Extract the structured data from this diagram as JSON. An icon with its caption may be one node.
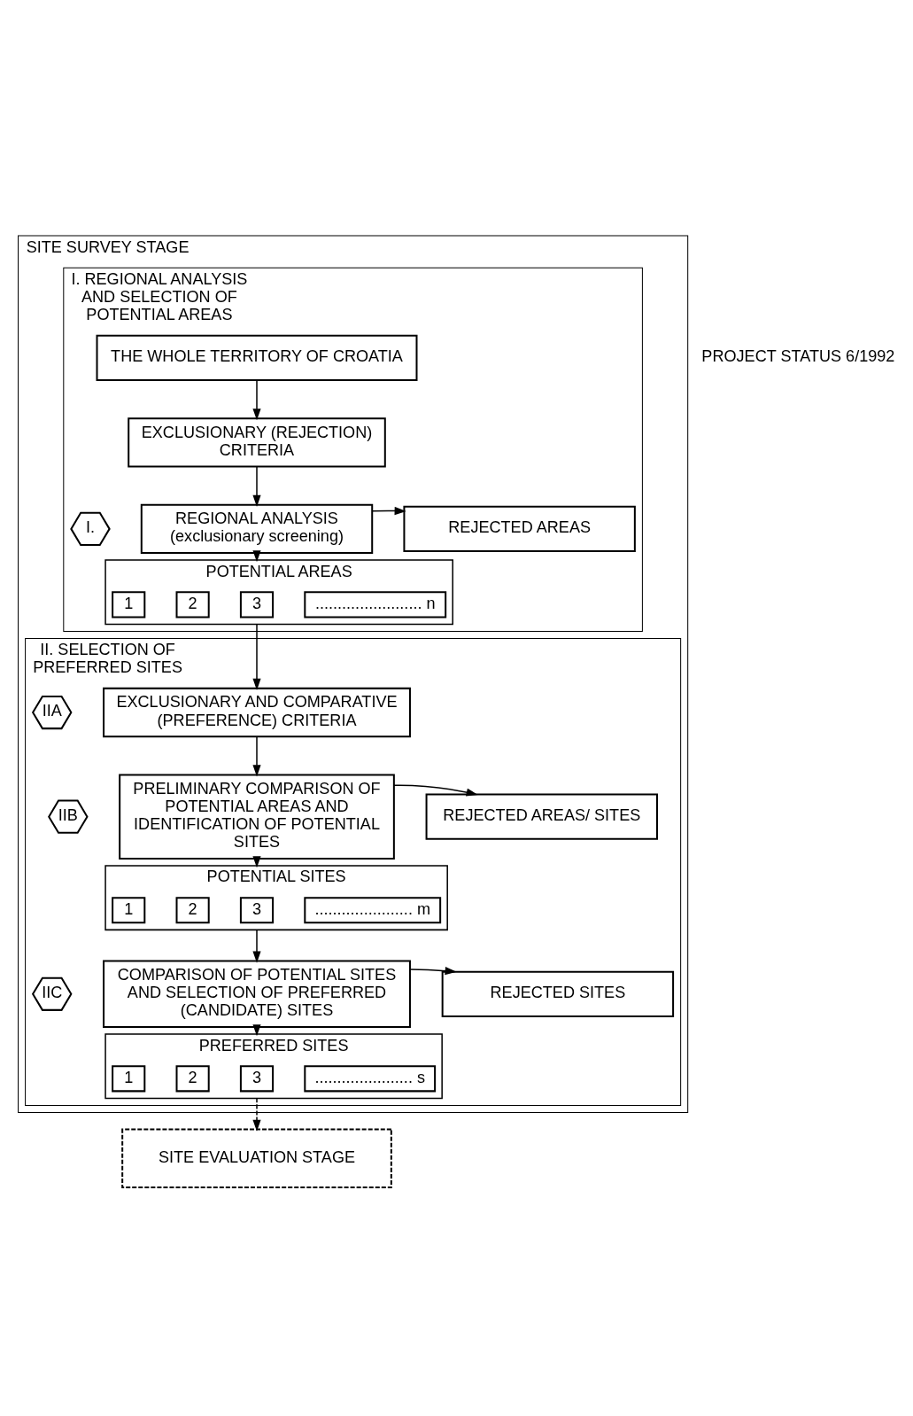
{
  "diagram": {
    "nodes": [
      {
        "text": [
          "SITE SURVEY STAGE"
        ]
      },
      {
        "text": [
          "I. REGIONAL ANALYSIS AND SELECTION OF POTENTIAL AREAS"
        ],
        "in": 0
      },
      {
        "text": [
          "THE WHOLE TERRITORY OF CROATIA"
        ],
        "in": 1
      },
      {
        "text": [
          "EXCLUSIONARY (REJECTION) CRITERIA"
        ],
        "in": 1
      },
      {
        "text": [
          "I."
        ],
        "in": 1
      },
      {
        "text": [
          "REGIONAL ANALYSIS (exclusionary screening)"
        ],
        "in": 1
      },
      {
        "text": [
          "REJECTED AREAS"
        ],
        "in": 1
      },
      {
        "text": [
          "POTENTIAL AREAS"
        ],
        "in": 1
      },
      {
        "text": [
          "1"
        ],
        "in": 7
      },
      {
        "text": [
          "2"
        ],
        "in": 7
      },
      {
        "text": [
          "3"
        ],
        "in": 7
      },
      {
        "text": [
          "........................ n"
        ],
        "in": 7
      },
      {
        "text": [
          "II. SELECTION OF PREFERRED SITES"
        ],
        "in": 0
      },
      {
        "text": [
          "IIA"
        ],
        "in": 12
      },
      {
        "text": [
          "EXCLUSIONARY AND COMPARATIVE (PREFERENCE) CRITERIA"
        ],
        "in": 12
      },
      {
        "text": [
          "IIB"
        ],
        "in": 12
      },
      {
        "text": [
          "PRELIMINARY COMPARISON OF POTENTIAL AREAS AND IDENTIFICATION OF POTENTIAL SITES"
        ],
        "in": 12
      },
      {
        "text": [
          "REJECTED AREAS/ SITES"
        ],
        "in": 12
      },
      {
        "text": [
          "POTENTIAL SITES"
        ],
        "in": 12
      },
      {
        "text": [
          "1"
        ],
        "in": 18
      },
      {
        "text": [
          "2"
        ],
        "in": 18
      },
      {
        "text": [
          "3"
        ],
        "in": 18
      },
      {
        "text": [
          "...................... m"
        ],
        "in": 18
      },
      {
        "text": [
          "IIC"
        ],
        "in": 12
      },
      {
        "text": [
          "COMPARISON OF POTENTIAL SITES AND SELECTION OF PREFERRED (CANDIDATE) SITES"
        ],
        "in": 12
      },
      {
        "text": [
          "REJECTED SITES"
        ],
        "in": 12
      },
      {
        "text": [
          "PREFERRED SITES"
        ],
        "in": 12
      },
      {
        "text": [
          "1"
        ],
        "in": 26
      },
      {
        "text": [
          "2"
        ],
        "in": 26
      },
      {
        "text": [
          "3"
        ],
        "in": 26
      },
      {
        "text": [
          "...................... s"
        ],
        "in": 26
      },
      {
        "text": [
          "SITE EVALUATION STAGE"
        ]
      }
    ],
    "edges": [
      {
        "from": 2,
        "to": 3,
        "arrow": "to"
      },
      {
        "from": 3,
        "to": 5,
        "arrow": "to"
      },
      {
        "from": 5,
        "to": 6,
        "arrow": "to"
      },
      {
        "from": 5,
        "to": 7,
        "arrow": "to"
      },
      {
        "from": 7,
        "to": 14,
        "arrow": "to"
      },
      {
        "from": 14,
        "to": 16,
        "arrow": "to"
      },
      {
        "from": 16,
        "to": 17,
        "arrow": "to"
      },
      {
        "from": 16,
        "to": 18,
        "arrow": "to"
      },
      {
        "from": 18,
        "to": 24,
        "arrow": "to"
      },
      {
        "from": 24,
        "to": 25,
        "arrow": "to"
      },
      {
        "from": 24,
        "to": 26,
        "arrow": "to"
      },
      {
        "from": 26,
        "to": 31,
        "arrow": "to",
        "style": "dashed"
      }
    ],
    "labels": [
      "PROJECT STATUS 6/1992"
    ]
  }
}
